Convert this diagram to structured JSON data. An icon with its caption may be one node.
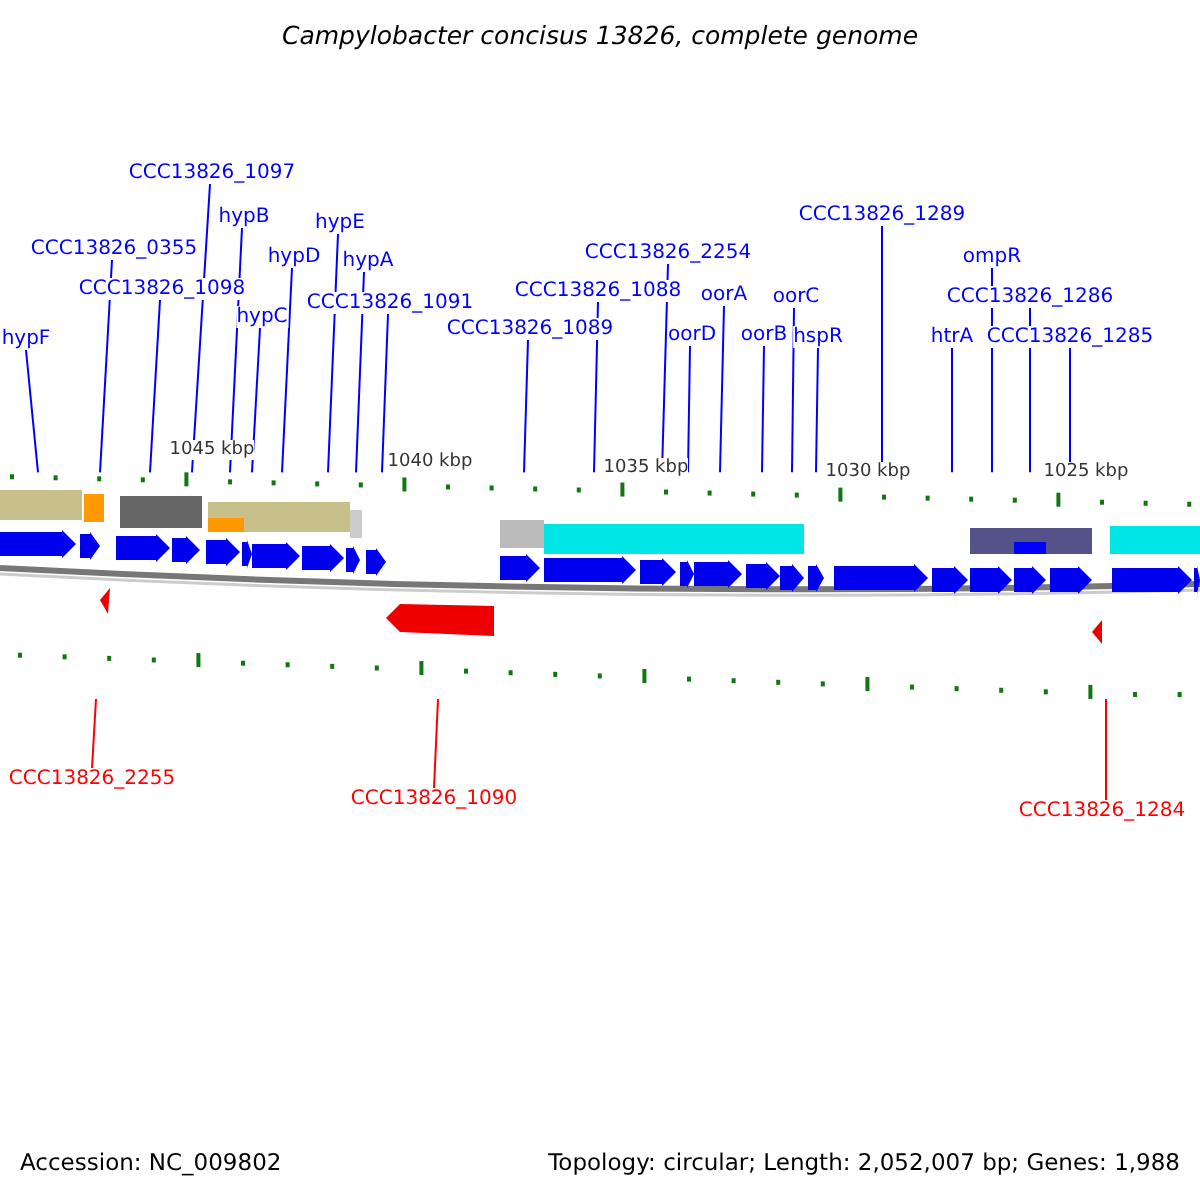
{
  "diagram": {
    "title": "Campylobacter concisus 13826, complete genome",
    "nodes": [
      {
        "text": [
          "hypF"
        ]
      },
      {
        "text": [
          "CCC13826_0355"
        ]
      },
      {
        "text": [
          "CCC13826_1098"
        ]
      },
      {
        "text": [
          "CCC13826_1097"
        ]
      },
      {
        "text": [
          "hypB"
        ]
      },
      {
        "text": [
          "hypC"
        ]
      },
      {
        "text": [
          "hypD"
        ]
      },
      {
        "text": [
          "hypE"
        ]
      },
      {
        "text": [
          "hypA"
        ]
      },
      {
        "text": [
          "CCC13826_1091"
        ]
      },
      {
        "text": [
          "CCC13826_1089"
        ]
      },
      {
        "text": [
          "CCC13826_1088"
        ]
      },
      {
        "text": [
          "CCC13826_2254"
        ]
      },
      {
        "text": [
          "oorD"
        ]
      },
      {
        "text": [
          "oorA"
        ]
      },
      {
        "text": [
          "oorB"
        ]
      },
      {
        "text": [
          "oorC"
        ]
      },
      {
        "text": [
          "hspR"
        ]
      },
      {
        "text": [
          "CCC13826_1289"
        ]
      },
      {
        "text": [
          "htrA"
        ]
      },
      {
        "text": [
          "ompR"
        ]
      },
      {
        "text": [
          "CCC13826_1286"
        ]
      },
      {
        "text": [
          "CCC13826_1285"
        ]
      },
      {
        "text": [],
        "shape": "picture"
      },
      {
        "text": [
          "CCC13826_2255"
        ]
      },
      {
        "text": [
          "CCC13826_1090"
        ]
      },
      {
        "text": [
          "CCC13826_1284"
        ]
      }
    ],
    "edges": [
      {
        "from": 0,
        "to": 23,
        "arrow": "none"
      },
      {
        "from": 1,
        "to": 23,
        "arrow": "none"
      },
      {
        "from": 2,
        "to": 23,
        "arrow": "none"
      },
      {
        "from": 3,
        "to": 23,
        "arrow": "none"
      },
      {
        "from": 4,
        "to": 23,
        "arrow": "none"
      },
      {
        "from": 5,
        "to": 23,
        "arrow": "none"
      },
      {
        "from": 6,
        "to": 23,
        "arrow": "none"
      },
      {
        "from": 7,
        "to": 23,
        "arrow": "none"
      },
      {
        "from": 8,
        "to": 23,
        "arrow": "none"
      },
      {
        "from": 9,
        "to": 23,
        "arrow": "none"
      },
      {
        "from": 10,
        "to": 23,
        "arrow": "none"
      },
      {
        "from": 11,
        "to": 23,
        "arrow": "none"
      },
      {
        "from": 12,
        "to": 23,
        "arrow": "none"
      },
      {
        "from": 13,
        "to": 23,
        "arrow": "none"
      },
      {
        "from": 14,
        "to": 23,
        "arrow": "none"
      },
      {
        "from": 15,
        "to": 23,
        "arrow": "none"
      },
      {
        "from": 16,
        "to": 23,
        "arrow": "none"
      },
      {
        "from": 17,
        "to": 23,
        "arrow": "none"
      },
      {
        "from": 18,
        "to": 23,
        "arrow": "none"
      },
      {
        "from": 19,
        "to": 23,
        "arrow": "none"
      },
      {
        "from": 20,
        "to": 23,
        "arrow": "none"
      },
      {
        "from": 21,
        "to": 23,
        "arrow": "none"
      },
      {
        "from": 22,
        "to": 23,
        "arrow": "none"
      },
      {
        "from": 24,
        "to": 23,
        "arrow": "none",
        "color": "#ff0000"
      },
      {
        "from": 25,
        "to": 23,
        "arrow": "none",
        "color": "#ff0000"
      },
      {
        "from": 26,
        "to": 23,
        "arrow": "none",
        "color": "#ff0000"
      }
    ],
    "labels": [
      "1045 kbp",
      "1040 kbp",
      "1035 kbp",
      "1030 kbp",
      "1025 kbp",
      "Accession: NC_009802",
      "Topology: circular; Length: 2,052,007 bp; Genes: 1,988"
    ]
  }
}
